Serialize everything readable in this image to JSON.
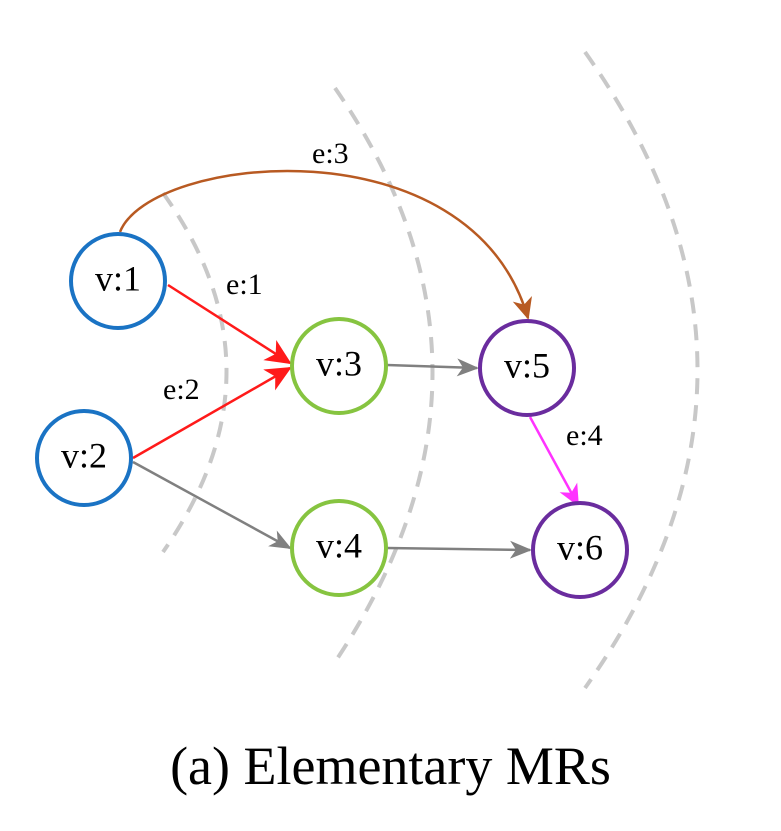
{
  "caption": "(a)  Elementary MRs",
  "colors": {
    "source_node": "#1a73c4",
    "middle_node": "#86c440",
    "sink_node": "#6a2c9e",
    "edge_default": "#808080",
    "edge_red": "#ff1a1a",
    "edge_brown": "#b85a22",
    "edge_magenta": "#ff33ff",
    "layer_boundary": "#c8c8c8"
  },
  "nodes": [
    {
      "id": "v1",
      "label": "v:1",
      "color": "source_node"
    },
    {
      "id": "v2",
      "label": "v:2",
      "color": "source_node"
    },
    {
      "id": "v3",
      "label": "v:3",
      "color": "middle_node"
    },
    {
      "id": "v4",
      "label": "v:4",
      "color": "middle_node"
    },
    {
      "id": "v5",
      "label": "v:5",
      "color": "sink_node"
    },
    {
      "id": "v6",
      "label": "v:6",
      "color": "sink_node"
    }
  ],
  "edges": [
    {
      "id": "e1",
      "from": "v:1",
      "to": "v:3",
      "label": "e:1",
      "color": "edge_red"
    },
    {
      "id": "e2",
      "from": "v:2",
      "to": "v:3",
      "label": "e:2",
      "color": "edge_red"
    },
    {
      "id": "e3",
      "from": "v:1",
      "to": "v:5",
      "label": "e:3",
      "color": "edge_brown"
    },
    {
      "id": "e4",
      "from": "v:5",
      "to": "v:6",
      "label": "e:4",
      "color": "edge_magenta"
    },
    {
      "id": "e5",
      "from": "v:3",
      "to": "v:5",
      "label": "",
      "color": "edge_default"
    },
    {
      "id": "e6",
      "from": "v:2",
      "to": "v:4",
      "label": "",
      "color": "edge_default"
    },
    {
      "id": "e7",
      "from": "v:4",
      "to": "v:6",
      "label": "",
      "color": "edge_default"
    }
  ]
}
